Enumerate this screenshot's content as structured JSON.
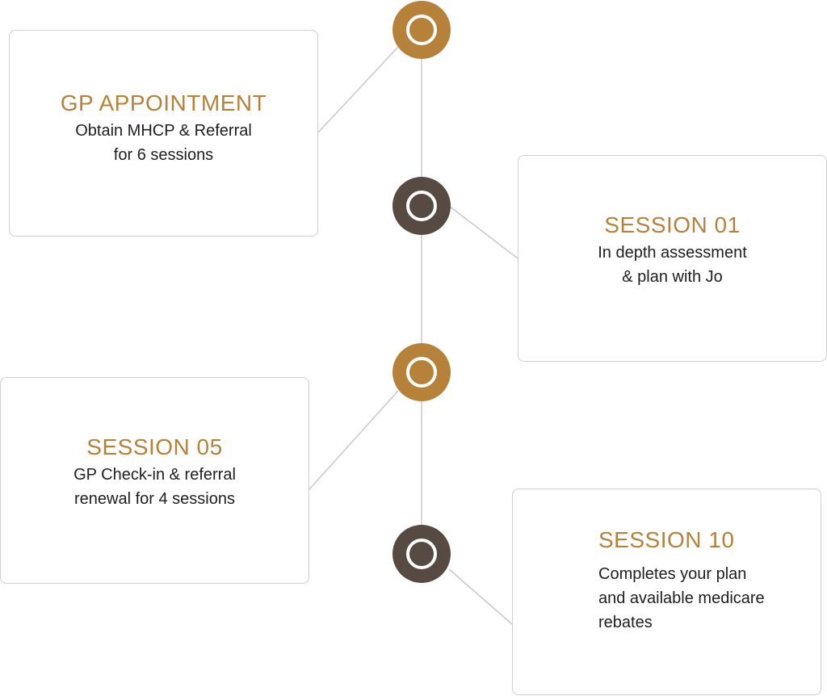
{
  "colors": {
    "gold": "#b6823a",
    "dark": "#574a43",
    "line": "#c8c8c8",
    "border": "#cfcfcf"
  },
  "nodes": [
    {
      "icon": "ring-icon",
      "color": "gold"
    },
    {
      "icon": "ring-icon",
      "color": "dark"
    },
    {
      "icon": "ring-icon",
      "color": "gold"
    },
    {
      "icon": "ring-icon",
      "color": "dark"
    }
  ],
  "steps": [
    {
      "title": "GP APPOINTMENT",
      "lines": [
        "Obtain MHCP & Referral",
        "for 6 sessions"
      ]
    },
    {
      "title": "SESSION 01",
      "lines": [
        "In depth assessment",
        "& plan with Jo"
      ]
    },
    {
      "title": "SESSION 05",
      "lines": [
        "GP Check-in & referral",
        "renewal for 4 sessions"
      ]
    },
    {
      "title": "SESSION 10",
      "lines": [
        "Completes your plan",
        "and available medicare",
        "rebates"
      ]
    }
  ]
}
